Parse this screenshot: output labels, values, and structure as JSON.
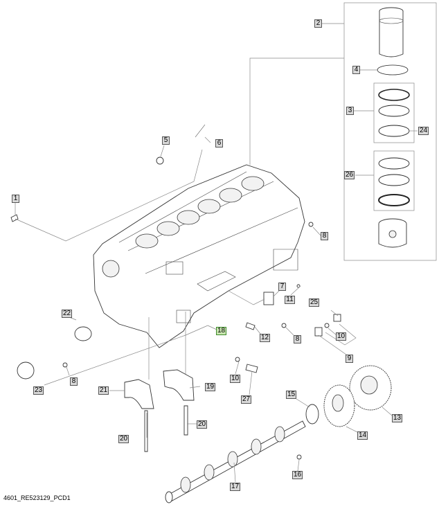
{
  "caption": "4601_RE523129_PCD1",
  "highlight_color": "#c9e6b0",
  "callouts": {
    "c1": "1",
    "c2": "2",
    "c3": "3",
    "c4": "4",
    "c5": "5",
    "c6": "6",
    "c7": "7",
    "c8a": "8",
    "c8b": "8",
    "c8c": "8",
    "c9": "9",
    "c10a": "10",
    "c10b": "10",
    "c11": "11",
    "c12": "12",
    "c13": "13",
    "c14": "14",
    "c15": "15",
    "c16": "16",
    "c17": "17",
    "c18": "18",
    "c19": "19",
    "c20a": "20",
    "c20b": "20",
    "c21": "21",
    "c22": "22",
    "c23": "23",
    "c24": "24",
    "c25": "25",
    "c26": "26",
    "c27": "27"
  }
}
